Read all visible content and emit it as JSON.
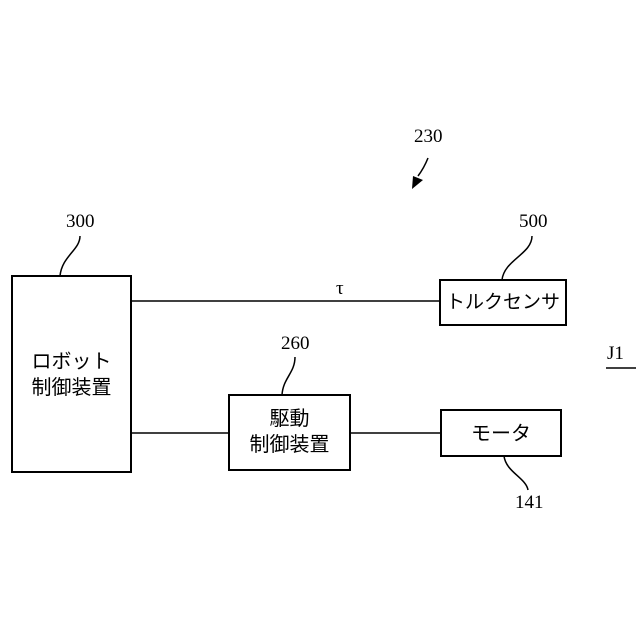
{
  "figure_ref": "230",
  "figure_label": "J1",
  "signal_label": "τ",
  "blocks": {
    "robot_controller": {
      "ref": "300",
      "line1": "ロボット",
      "line2": "制御装置"
    },
    "torque_sensor": {
      "ref": "500",
      "label": "トルクセンサ"
    },
    "drive_controller": {
      "ref": "260",
      "line1": "駆動",
      "line2": "制御装置"
    },
    "motor": {
      "ref": "141",
      "label": "モータ"
    }
  }
}
